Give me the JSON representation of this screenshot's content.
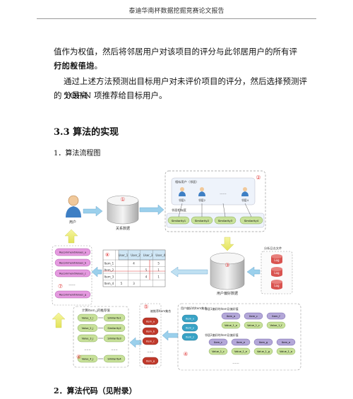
{
  "header": {
    "title": "泰迪华南杯数据挖掘竞赛论文报告"
  },
  "body": {
    "para1_line1": "值作为权值，然后将邻居用户对该项目的评分与此邻居用户的所有评分的差值进",
    "para1_line2": "行加权平均。",
    "para2_line1": "通过上述方法预测出目标用户对未评价项目的评分，然后选择预测评分最高",
    "para2_line2": "的  TOP-N 项推荐给目标用户。"
  },
  "section": {
    "number": "3.3",
    "title": "算法的实现"
  },
  "subsections": {
    "flow": "1．算法流程图",
    "code": "2．算法代码（见附录）"
  },
  "diagram": {
    "user_label": "用户",
    "relation_db_label": "关系数据",
    "user_pref_db_label": "用户偏好数据",
    "analysis_log_label": "分析日志文件",
    "neighbor_label": "相似用户（邻居）",
    "similarity_label": "邻居相似度",
    "neighbors": [
      "邻居1",
      "邻居2",
      "......",
      "邻居4"
    ],
    "similarities": [
      "Similarity1",
      "Similarity2",
      "Similarity3",
      "Similarity4"
    ],
    "log_label": "Log",
    "recommend": [
      "RecommendValues_a",
      "RecommendValues_b",
      "RecommendValues_c",
      "......",
      "RecommendValues_g"
    ],
    "matrix_cols": [
      "",
      "User_1",
      "User_2",
      "User_3",
      "User_4"
    ],
    "matrix_rows": [
      [
        "Item_1",
        "",
        "4",
        "",
        "5"
      ],
      [
        "Item_2",
        "",
        "",
        "5",
        "1"
      ],
      [
        "Item_3",
        "",
        "",
        "4",
        "1"
      ],
      [
        "Item_4",
        "5",
        "3",
        "",
        ""
      ]
    ],
    "calc_label": "计算Item_j的推荐值",
    "values": [
      "Value_1_i",
      "Value_2_j",
      "Value_3_j",
      "......",
      "Value_4_j"
    ],
    "sims": [
      "Similarity1",
      "Similarity2",
      "Similarity3",
      "......",
      "Similarity4"
    ],
    "unrated_label": "被推荐Item集合",
    "unrated_items": [
      "Item_a",
      "Item_b",
      "Item_c",
      "......",
      "Item_g"
    ],
    "pref_set_label": "用户偏好的Item集合",
    "pref_items": [
      "Item_x",
      "Item_y",
      "Item_z"
    ],
    "n1_label": "邻居1偏好的Item及偏好值",
    "n1_items": [
      "Item_a",
      "Item_c",
      "Item_f"
    ],
    "n1_values": [
      "Value_1_a",
      "Value_1_c",
      "Value_1_f"
    ],
    "n2_label": "邻居2偏好的Item及偏好值",
    "n2_items": [
      "Item_c",
      "Item_e",
      "Item_g",
      "Item_a"
    ],
    "n2_values": [
      "Value_1_c",
      "Value_1_e",
      "Value_1_g",
      "Value_1_a"
    ],
    "dots": "......",
    "step_numbers": [
      "①",
      "②",
      "③",
      "④",
      "⑤",
      "⑥",
      "⑦",
      "⑧"
    ]
  }
}
